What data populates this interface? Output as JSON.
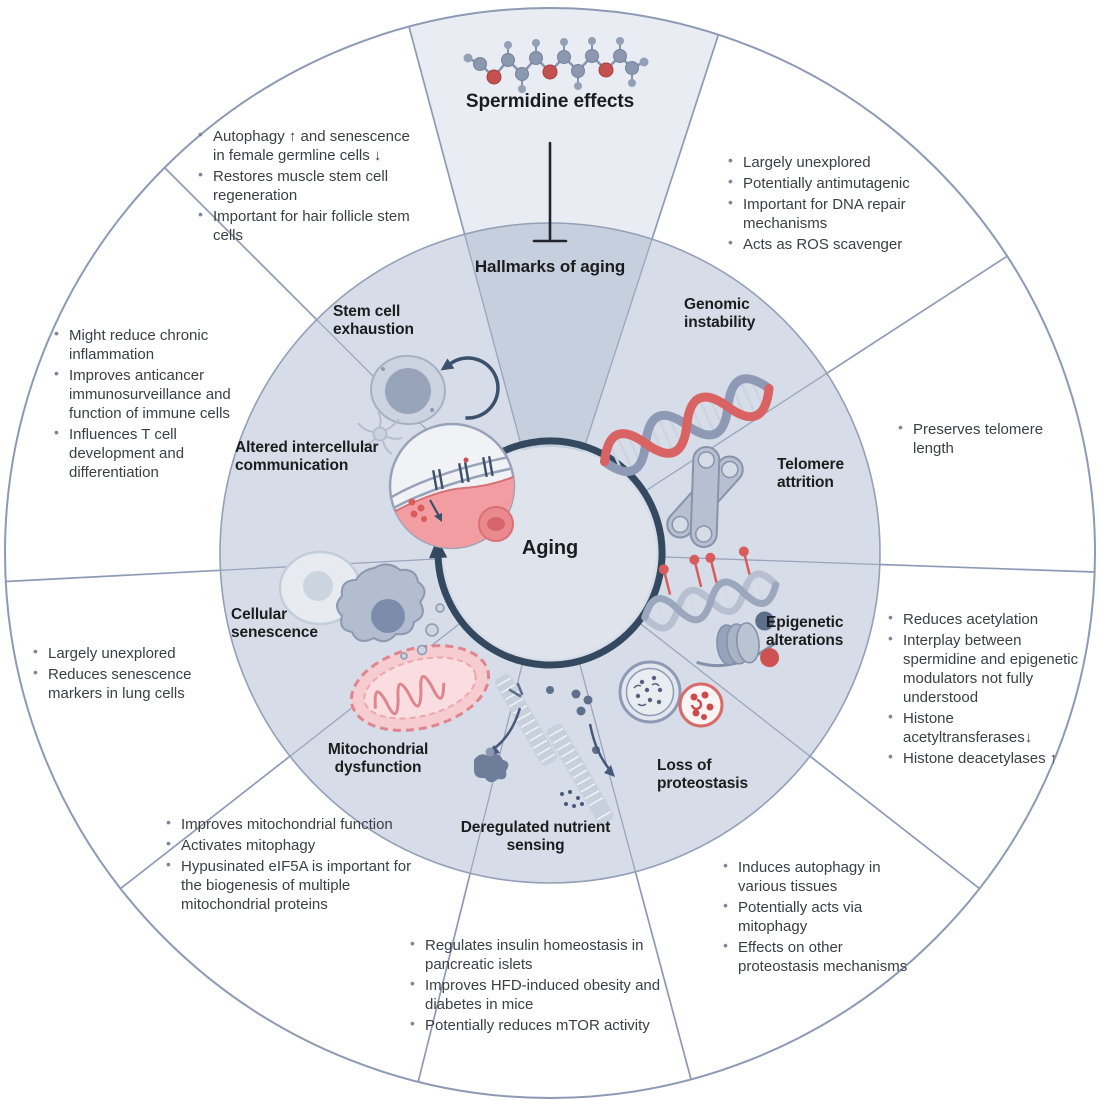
{
  "figure": {
    "top_title": "Spermidine effects",
    "ring_title": "Hallmarks of aging",
    "center_label": "Aging"
  },
  "palette": {
    "outline": "#8e9ab5",
    "outer_sector_fill": "#e9edf3",
    "inner_ring_fill": "#d7dde8",
    "inner_top_wedge_fill": "#c6cfdd",
    "center_fill": "#dfe3ec",
    "arrow": "#344960",
    "accent_red": "#d95c5c",
    "label_text": "#1b1c1e",
    "note_text": "#3b3e44"
  },
  "hallmarks": [
    {
      "key": "stem_cell_exhaustion",
      "label": "Stem cell exhaustion",
      "icon": "stem-cell-icon",
      "effects": [
        "Autophagy ↑ and senescence in female germline cells ↓",
        "Restores muscle stem cell regeneration",
        "Important for hair follicle stem cells"
      ]
    },
    {
      "key": "genomic_instability",
      "label": "Genomic instability",
      "icon": "dna-helix-icon",
      "effects": [
        "Largely unexplored",
        "Potentially antimutagenic",
        "Important for DNA repair mechanisms",
        "Acts as ROS scavenger"
      ]
    },
    {
      "key": "telomere_attrition",
      "label": "Telomere attrition",
      "icon": "chromosome-icon",
      "effects": [
        "Preserves telomere length"
      ]
    },
    {
      "key": "epigenetic_alterations",
      "label": "Epigenetic alterations",
      "icon": "methylated-dna-nucleosome-icon",
      "effects": [
        "Reduces acetylation",
        "Interplay between spermidine and epigenetic modulators not fully understood",
        "Histone acetyltransferases↓",
        "Histone deacetylases ↑"
      ]
    },
    {
      "key": "loss_of_proteostasis",
      "label": "Loss of proteostasis",
      "icon": "autophagosome-vesicles-icon",
      "effects": [
        "Induces autophagy in various tissues",
        "Potentially acts via mitophagy",
        "Effects on other proteostasis mechanisms"
      ]
    },
    {
      "key": "deregulated_nutrient_sensing",
      "label": "Deregulated nutrient sensing",
      "icon": "membrane-transport-icon",
      "effects": [
        "Regulates insulin homeostasis in pancreatic islets",
        "Improves HFD-induced obesity and diabetes in mice",
        "Potentially reduces mTOR activity"
      ]
    },
    {
      "key": "mitochondrial_dysfunction",
      "label": "Mitochondrial dysfunction",
      "icon": "mitochondrion-icon",
      "effects": [
        "Improves mitochondrial function",
        "Activates mitophagy",
        "Hypusinated eIF5A is important for the biogenesis of multiple mitochondrial proteins"
      ]
    },
    {
      "key": "cellular_senescence",
      "label": "Cellular senescence",
      "icon": "senescent-cell-icon",
      "effects": [
        "Largely unexplored",
        "Reduces senescence markers in lung cells"
      ]
    },
    {
      "key": "altered_intercellular_communication",
      "label": "Altered intercellular communication",
      "icon": "intercellular-signaling-icon",
      "effects": [
        "Might reduce chronic inflammation",
        "Improves anticancer immunosurveillance and function of immune cells",
        "Influences T cell development and differentiation"
      ]
    }
  ]
}
